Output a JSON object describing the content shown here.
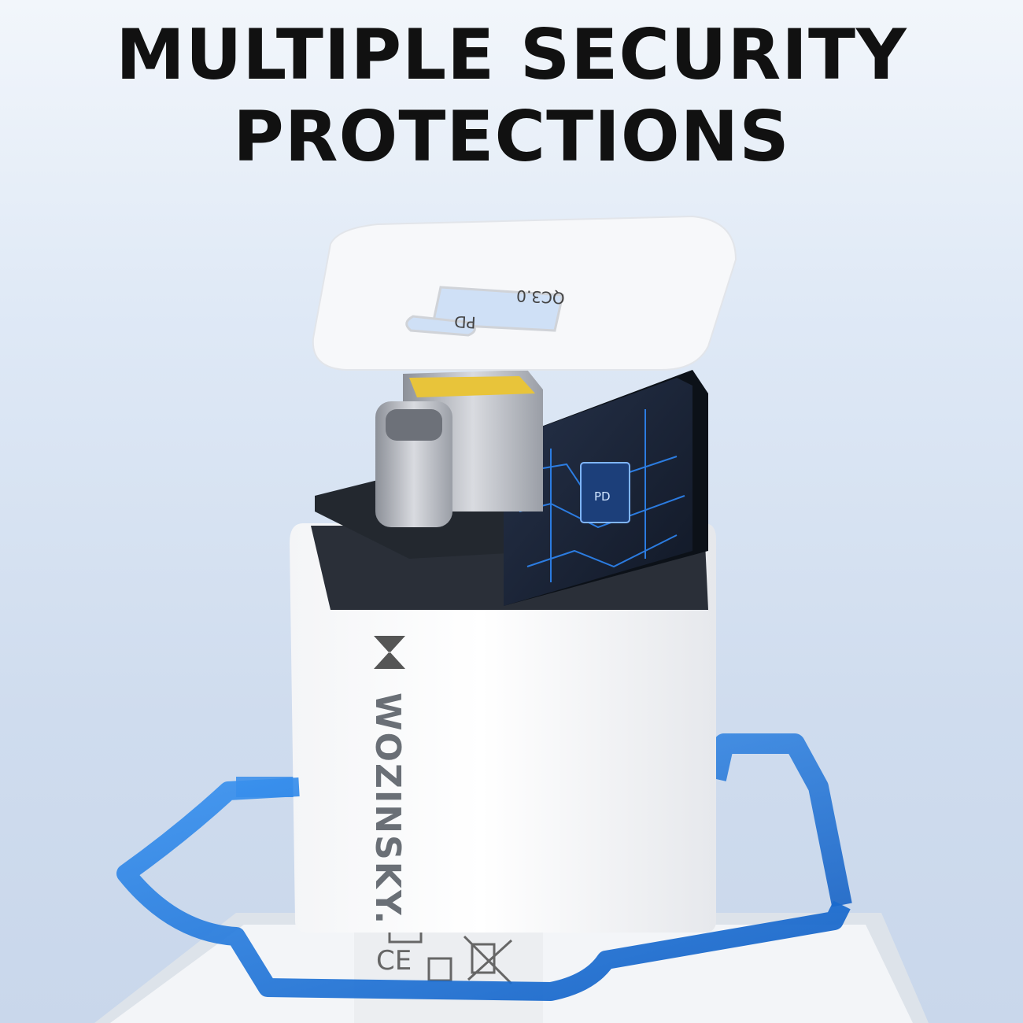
{
  "headline": {
    "line1": "MULTIPLE SECURITY",
    "line2": "PROTECTIONS"
  },
  "product": {
    "brand": "WOZINSKY.",
    "cap_port_labels": {
      "usb_a": "QC3.0",
      "usb_c": "PD"
    },
    "chip_label": "PD",
    "certification_marks": [
      "indoor-use-icon",
      "ce-mark-icon",
      "double-insulation-icon",
      "weee-bin-icon"
    ]
  },
  "colors": {
    "background": "#dfe9f6",
    "protection_ring": "#1f73d8",
    "pcb": "#1b2433",
    "circuit_glow": "#2f8cff",
    "connector_gold": "#e8c43a"
  }
}
